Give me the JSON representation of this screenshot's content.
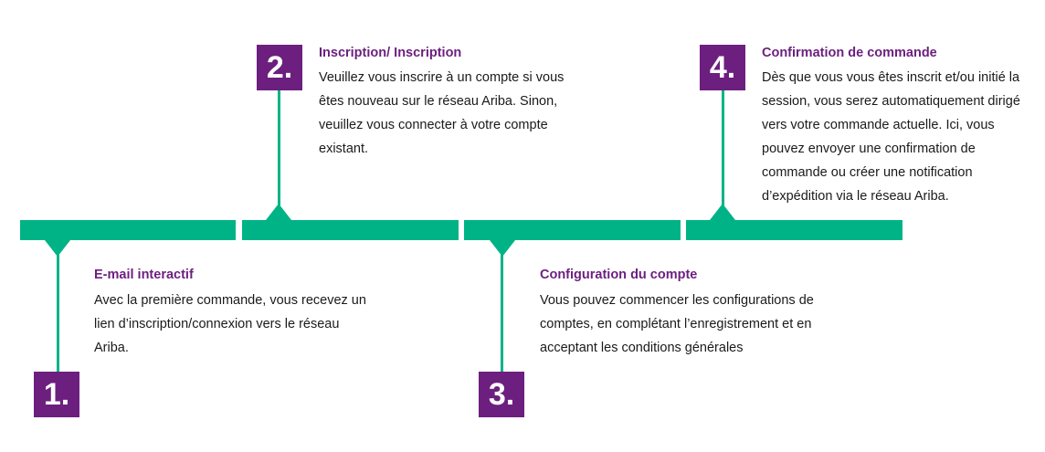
{
  "colors": {
    "accent": "#00b386",
    "purple": "#6c1f7f"
  },
  "steps": [
    {
      "number": "1.",
      "title": "E-mail interactif",
      "text": "Avec la première commande, vous recevez un lien d’inscription/connexion vers le réseau Ariba."
    },
    {
      "number": "2.",
      "title": "Inscription/ Inscription",
      "text": "Veuillez vous inscrire à un compte si vous êtes nouveau sur le réseau Ariba. Sinon, veuillez vous connecter à votre compte existant."
    },
    {
      "number": "3.",
      "title": "Configuration du compte",
      "text": "Vous pouvez commencer les configurations de comptes, en complétant l’enregistrement et en acceptant les conditions générales"
    },
    {
      "number": "4.",
      "title": "Confirmation de commande",
      "text": "Dès que vous vous êtes inscrit et/ou initié la session, vous serez automatiquement dirigé vers votre commande actuelle. Ici, vous pouvez envoyer une confirmation de commande ou créer une notification d’expédition via le réseau Ariba."
    }
  ]
}
